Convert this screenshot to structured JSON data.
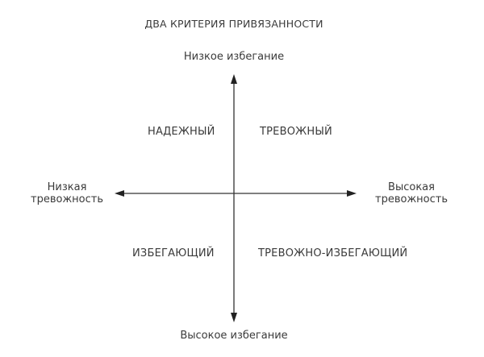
{
  "diagram": {
    "title": "ДВА КРИТЕРИЯ ПРИВЯЗАННОСТИ",
    "axes": {
      "vertical": {
        "top_label": "Низкое избегание",
        "bottom_label": "Высокое избегание"
      },
      "horizontal": {
        "left_label_line1": "Низкая",
        "left_label_line2": "тревожность",
        "right_label_line1": "Высокая",
        "right_label_line2": "тревожность"
      }
    },
    "quadrants": {
      "top_left": "НАДЕЖНЫЙ",
      "top_right": "ТРЕВОЖНЫЙ",
      "bottom_left": "ИЗБЕГАЮЩИЙ",
      "bottom_right": "ТРЕВОЖНО-ИЗБЕГАЮЩИЙ"
    },
    "colors": {
      "text": "#3a3a3a",
      "axis": "#333333",
      "background": "#ffffff"
    }
  }
}
